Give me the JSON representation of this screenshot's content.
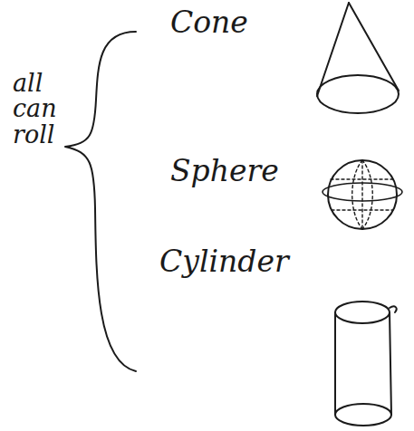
{
  "diagram": {
    "labels": [
      "all can roll",
      "Cone",
      "Sphere",
      "Cylinder"
    ]
  }
}
